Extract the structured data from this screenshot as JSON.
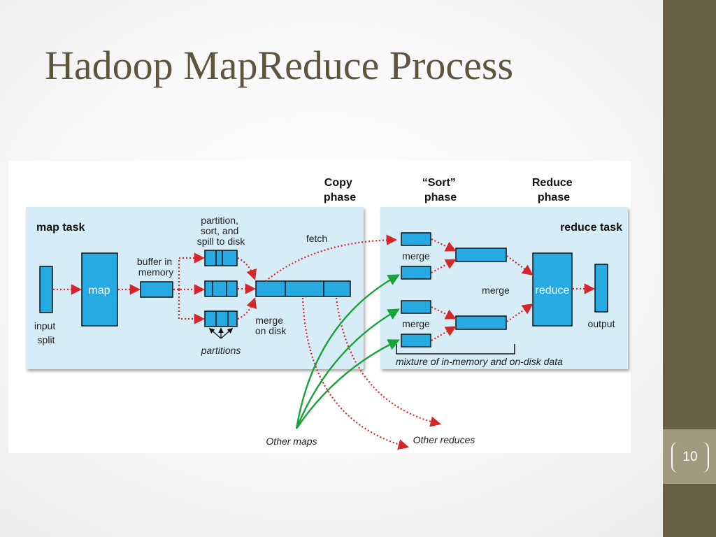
{
  "slide": {
    "title": "Hadoop MapReduce Process",
    "page_number": "10"
  },
  "diagram": {
    "phases": {
      "copy": [
        "Copy",
        "phase"
      ],
      "sort": [
        "“Sort”",
        "phase"
      ],
      "reduce": [
        "Reduce",
        "phase"
      ]
    },
    "map_task": {
      "title": "map task",
      "input_split": [
        "input",
        "split"
      ],
      "map": "map",
      "buffer": [
        "buffer in",
        "memory"
      ],
      "spill": [
        "partition,",
        "sort, and",
        "spill to disk"
      ],
      "partitions": "partitions",
      "merge_on_disk": [
        "merge",
        "on disk"
      ]
    },
    "reduce_task": {
      "title": "reduce task",
      "merge_top": "merge",
      "merge_bottom": "merge",
      "merge_middle": "merge",
      "reduce": "reduce",
      "output": "output",
      "mixture": "mixture of in-memory and on-disk data"
    },
    "fetch": "fetch",
    "other_maps": "Other maps",
    "other_reduces": "Other reduces"
  },
  "colors": {
    "panel": "#d6ecf7",
    "box": "#27a9e1",
    "arrow_red": "#d7262b",
    "arrow_green": "#1aa23a",
    "title": "#5c5540",
    "sidebar": "#675f46",
    "sidebar_box": "#a09a80"
  }
}
